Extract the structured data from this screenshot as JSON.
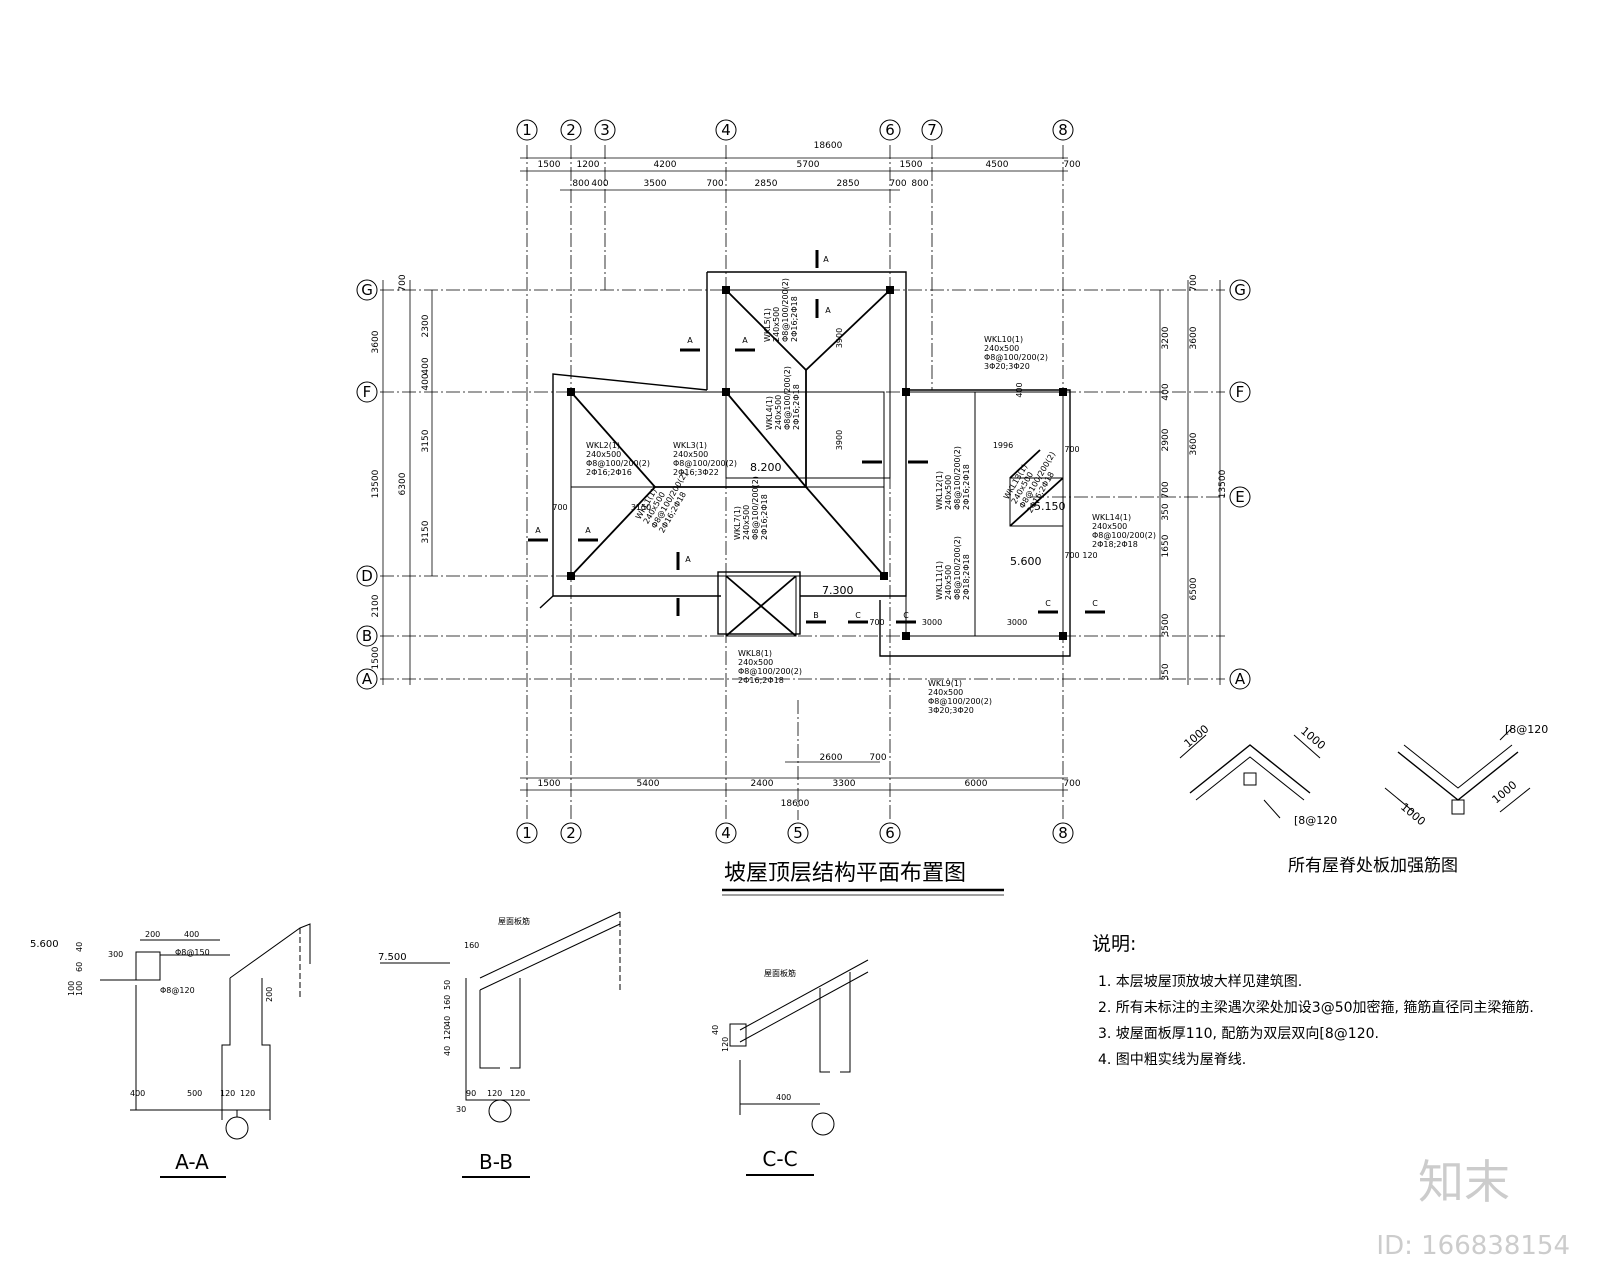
{
  "plan": {
    "title": "坡屋顶层结构平面布置图",
    "axes_top": [
      "1",
      "2",
      "3",
      "4",
      "6",
      "7",
      "8"
    ],
    "axes_bottom": [
      "1",
      "2",
      "4",
      "5",
      "6",
      "8"
    ],
    "axes_left": [
      "G",
      "F",
      "D",
      "B",
      "A"
    ],
    "axes_right": [
      "G",
      "F",
      "E",
      "A"
    ],
    "dims_top_total": "18600",
    "dims_top_row1": [
      "1500",
      "1200",
      "4200",
      "5700",
      "1500",
      "4500",
      "700"
    ],
    "dims_top_row2": [
      "800",
      "400",
      "3500",
      "700",
      "2850",
      "2850",
      "700",
      "800"
    ],
    "dims_bottom_total": "18600",
    "dims_bottom_row": [
      "1500",
      "5400",
      "2400",
      "3300",
      "6000",
      "700"
    ],
    "dims_bottom_inner": [
      "2600",
      "700"
    ],
    "dims_left": [
      "700",
      "3600",
      "2300",
      "3150",
      "3150",
      "6300",
      "13500",
      "2100",
      "1500",
      "400",
      "400"
    ],
    "dims_right": [
      "700",
      "3200",
      "3600",
      "400",
      "2900",
      "3600",
      "700",
      "350",
      "1650",
      "3500",
      "6500",
      "13500",
      "350"
    ],
    "elev_labels": [
      "8.200",
      "7.300",
      "5.150",
      "5.600"
    ],
    "beam_labels": [
      {
        "name": "WKL2(1)",
        "spec": "240x500",
        "stirrup": "Φ8@100/200(2)",
        "bars": "2Φ16;2Φ16"
      },
      {
        "name": "WKL3(1)",
        "spec": "240x500",
        "stirrup": "Φ8@100/200(2)",
        "bars": "2Φ16;3Φ22"
      },
      {
        "name": "WKL1(1)",
        "spec": "240x500",
        "stirrup": "Φ8@100/200(2)",
        "bars": "2Φ16;2Φ18"
      },
      {
        "name": "WKL5(1)",
        "spec": "240x500",
        "stirrup": "Φ8@100/200(2)",
        "bars": "2Φ16;2Φ18"
      },
      {
        "name": "WKL4(1)",
        "spec": "240x500",
        "stirrup": "Φ8@100/200(2)",
        "bars": "2Φ16;2Φ18"
      },
      {
        "name": "WKL7(1)",
        "spec": "240x500",
        "stirrup": "Φ8@100/200(2)",
        "bars": "2Φ16;2Φ18"
      },
      {
        "name": "WKL8(1)",
        "spec": "240x500",
        "stirrup": "Φ8@100/200(2)",
        "bars": "2Φ16;2Φ18"
      },
      {
        "name": "WKL9(1)",
        "spec": "240x500",
        "stirrup": "Φ8@100/200(2)",
        "bars": "3Φ20;3Φ20"
      },
      {
        "name": "WKL10(1)",
        "spec": "240x500",
        "stirrup": "Φ8@100/200(2)",
        "bars": "3Φ20;3Φ20"
      },
      {
        "name": "WKL11(1)",
        "spec": "240x500",
        "stirrup": "Φ8@100/200(2)",
        "bars": "2Φ18;2Φ18"
      },
      {
        "name": "WKL12(1)",
        "spec": "240x500",
        "stirrup": "Φ8@100/200(2)",
        "bars": "2Φ16;2Φ18"
      },
      {
        "name": "WKL13(1)",
        "spec": "240x500",
        "stirrup": "Φ8@100/200(2)",
        "bars": "2Φ16;2Φ18"
      },
      {
        "name": "WKL14(1)",
        "spec": "240x500",
        "stirrup": "Φ8@100/200(2)",
        "bars": "2Φ18;2Φ18"
      }
    ],
    "section_marks": [
      "A",
      "A",
      "A",
      "A",
      "A",
      "A",
      "A",
      "B",
      "C",
      "C",
      "C",
      "C"
    ],
    "inner_dims": [
      "3150",
      "700",
      "3000",
      "3000",
      "700",
      "700",
      "120",
      "1996",
      "3900",
      "3900",
      "700",
      "400"
    ]
  },
  "ridge": {
    "title": "所有屋脊处板加强筋图",
    "left_dims": [
      "1000",
      "1000"
    ],
    "right_dims": [
      "1000",
      "1000"
    ],
    "left_rebar": "[8@120",
    "right_rebar": "[8@120"
  },
  "sections": {
    "aa": {
      "label": "A-A",
      "elev": "5.600",
      "dims": [
        "200",
        "400",
        "300",
        "500",
        "120",
        "120",
        "40",
        "60",
        "100",
        "100",
        "200",
        "400"
      ],
      "rebar1": "Φ8@150",
      "rebar2": "Φ8@120"
    },
    "bb": {
      "label": "B-B",
      "elev": "7.500",
      "top_dim": "160",
      "note": "屋面板筋",
      "dims": [
        "50",
        "160",
        "40",
        "120",
        "40",
        "90",
        "120",
        "120",
        "30"
      ]
    },
    "cc": {
      "label": "C-C",
      "note": "屋面板筋",
      "dims": [
        "400",
        "40",
        "120"
      ]
    }
  },
  "notes": {
    "title": "说明:",
    "items": [
      "1. 本层坡屋顶放坡大样见建筑图.",
      "2. 所有未标注的主梁遇次梁处加设3@50加密箍, 箍筋直径同主梁箍筋.",
      "3. 坡屋面板厚110, 配筋为双层双向[8@120.",
      "4. 图中粗实线为屋脊线."
    ]
  },
  "watermark": {
    "logo": "知末",
    "id": "ID: 166838154"
  }
}
